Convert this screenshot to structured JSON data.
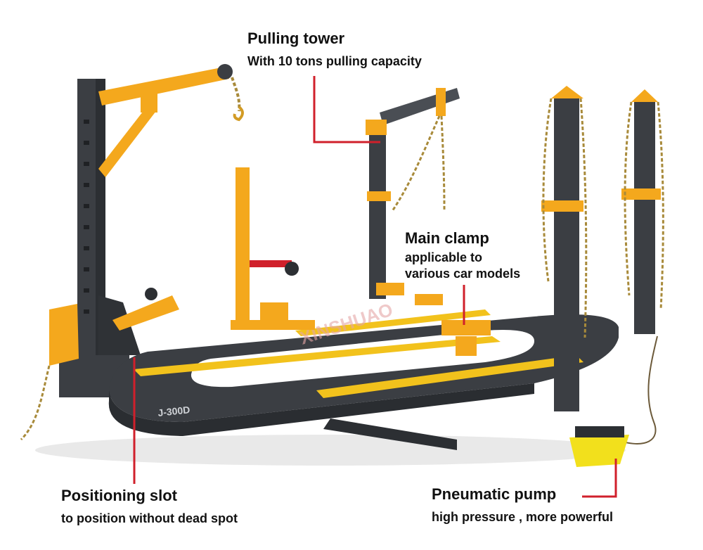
{
  "colors": {
    "frame_dark": "#3b3e43",
    "frame_mid": "#555a60",
    "accent_yellow": "#f4a81d",
    "slot_yellow": "#f2c21c",
    "pointer_red": "#d0202b",
    "chain": "#a88a3a",
    "watermark": "#e5a6a6"
  },
  "annotations": {
    "pulling_tower": {
      "title": "Pulling tower",
      "subtitle": "With 10 tons pulling capacity"
    },
    "main_clamp": {
      "title": "Main clamp",
      "subtitle_line1": "applicable to",
      "subtitle_line2": "various car models"
    },
    "positioning_slot": {
      "title": "Positioning slot",
      "subtitle": "to position without dead spot"
    },
    "pneumatic_pump": {
      "title": "Pneumatic pump",
      "subtitle": "high pressure , more powerful"
    }
  },
  "platform": {
    "model_label": "J-300D"
  },
  "watermark": {
    "text": "XINSHUAO"
  }
}
